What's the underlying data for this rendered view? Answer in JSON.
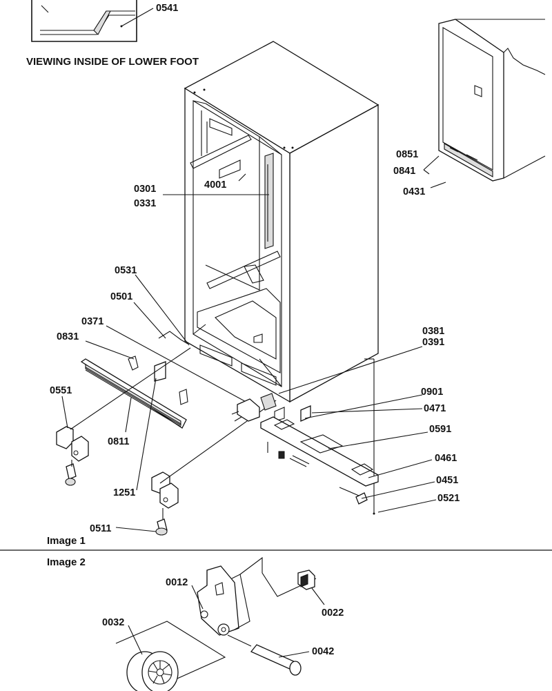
{
  "captions": {
    "inset_caption": "VIEWING INSIDE OF LOWER FOOT",
    "image1": "Image 1",
    "image2": "Image 2"
  },
  "image1_labels": {
    "p0541": "0541",
    "p0851": "0851",
    "p0841": "0841",
    "p0431": "0431",
    "p0301": "0301",
    "p0331": "0331",
    "p4001": "4001",
    "p0531": "0531",
    "p0501": "0501",
    "p0371": "0371",
    "p0831": "0831",
    "p0551": "0551",
    "p0811": "0811",
    "p1251": "1251",
    "p0511": "0511",
    "p0381": "0381",
    "p0391": "0391",
    "p0901": "0901",
    "p0471": "0471",
    "p0591": "0591",
    "p0461": "0461",
    "p0451": "0451",
    "p0521": "0521"
  },
  "image2_labels": {
    "p0012": "0012",
    "p0022": "0022",
    "p0032": "0032",
    "p0042": "0042"
  },
  "colors": {
    "line": "#111111",
    "background": "#ffffff",
    "shade": "#dddddd"
  }
}
